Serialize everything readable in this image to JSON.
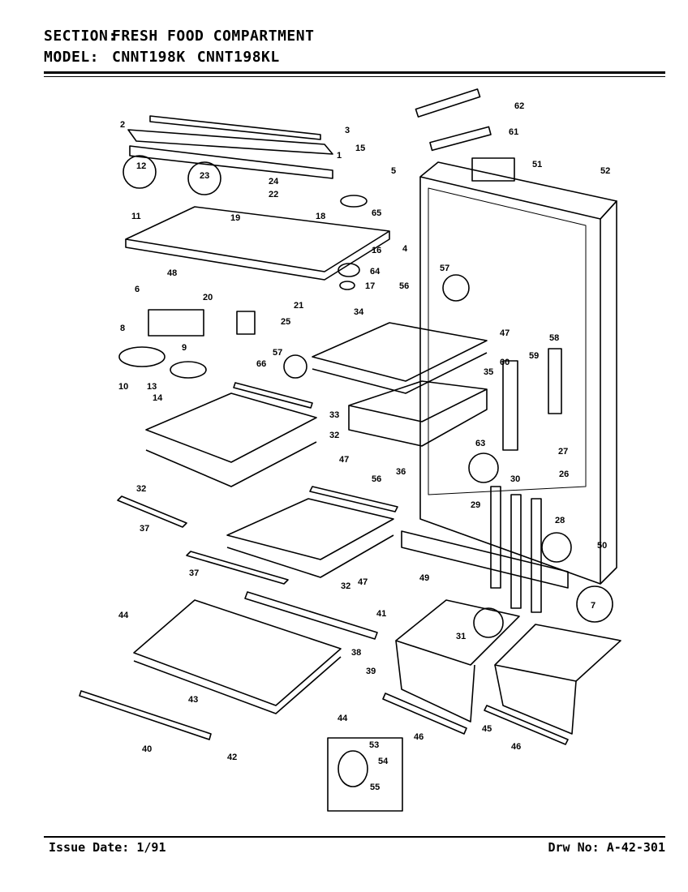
{
  "header": {
    "section_label": "SECTION:",
    "section_value": "FRESH FOOD COMPARTMENT",
    "model_label": "MODEL:",
    "model_1": "CNNT198K",
    "model_2": "CNNT198KL"
  },
  "footer": {
    "issue": "Issue Date: 1/91",
    "drawing": "Drw No: A-42-301"
  },
  "callouts": [
    "1",
    "2",
    "3",
    "4",
    "5",
    "6",
    "7",
    "8",
    "9",
    "10",
    "11",
    "12",
    "13",
    "14",
    "15",
    "16",
    "17",
    "18",
    "19",
    "20",
    "21",
    "22",
    "23",
    "24",
    "25",
    "26",
    "27",
    "28",
    "29",
    "30",
    "31",
    "32",
    "32",
    "32",
    "33",
    "34",
    "35",
    "36",
    "37",
    "37",
    "38",
    "39",
    "40",
    "41",
    "42",
    "43",
    "44",
    "44",
    "45",
    "46",
    "46",
    "47",
    "47",
    "47",
    "48",
    "49",
    "50",
    "51",
    "52",
    "53",
    "54",
    "55",
    "56",
    "56",
    "57",
    "57",
    "58",
    "59",
    "60",
    "61",
    "62",
    "63",
    "64",
    "65",
    "66"
  ]
}
